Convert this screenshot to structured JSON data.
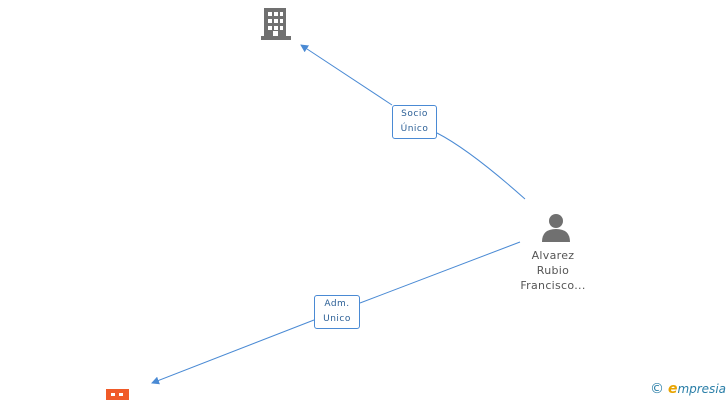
{
  "nodes": {
    "company_top": {
      "icon": "building-icon",
      "color": "#707070"
    },
    "person": {
      "icon": "person-icon",
      "color": "#707070",
      "name_lines": [
        "Alvarez",
        "Rubio",
        "Francisco..."
      ]
    },
    "company_bottom": {
      "icon": "building-icon",
      "color": "#f05a28"
    }
  },
  "edges": {
    "socio": {
      "label_lines": [
        "Socio",
        "Único"
      ],
      "color": "#4a8ad4"
    },
    "adm": {
      "label_lines": [
        "Adm.",
        "Unico"
      ],
      "color": "#4a8ad4"
    }
  },
  "brand": {
    "copyright": "©",
    "e_letter": "e",
    "name": "mpresia"
  }
}
